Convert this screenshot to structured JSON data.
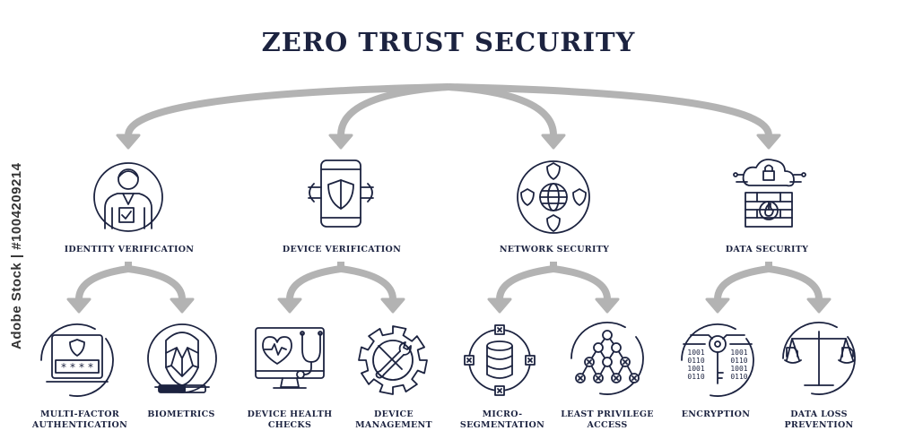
{
  "title": "ZERO TRUST SECURITY",
  "side_text": "Adobe Stock | #1004209214",
  "colors": {
    "ink": "#1c2340",
    "arrow": "#b3b3b3"
  },
  "categories": [
    {
      "label": "IDENTITY VERIFICATION",
      "icon": "user-badge-icon",
      "children": [
        {
          "label_lines": [
            "MULTI-FACTOR",
            "AUTHENTICATION"
          ],
          "icon": "password-shield-icon"
        },
        {
          "label_lines": [
            "BIOMETRICS"
          ],
          "icon": "face-scan-icon"
        }
      ]
    },
    {
      "label": "DEVICE VERIFICATION",
      "icon": "phone-shield-icon",
      "children": [
        {
          "label_lines": [
            "DEVICE HEALTH",
            "CHECKS"
          ],
          "icon": "monitor-stethoscope-icon"
        },
        {
          "label_lines": [
            "DEVICE",
            "MANAGEMENT"
          ],
          "icon": "gear-wrench-icon"
        }
      ]
    },
    {
      "label": "NETWORK SECURITY",
      "icon": "globe-network-icon",
      "children": [
        {
          "label_lines": [
            "MICRO-",
            "SEGMENTATION"
          ],
          "icon": "database-nodes-icon"
        },
        {
          "label_lines": [
            "LEAST PRIVILEGE",
            "ACCESS"
          ],
          "icon": "node-tree-icon"
        }
      ]
    },
    {
      "label": "DATA SECURITY",
      "icon": "cloud-firewall-icon",
      "children": [
        {
          "label_lines": [
            "ENCRYPTION"
          ],
          "icon": "binary-key-icon"
        },
        {
          "label_lines": [
            "DATA LOSS",
            "PREVENTION"
          ],
          "icon": "scale-files-icon"
        }
      ]
    }
  ]
}
